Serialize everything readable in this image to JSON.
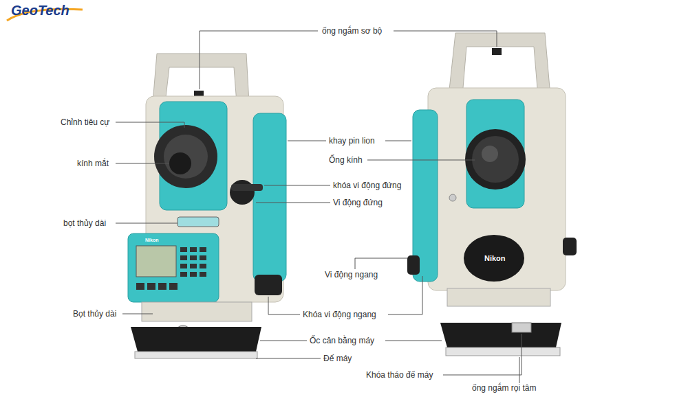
{
  "diagram": {
    "labels": [
      "GeoTech",
      "ống ngắm sơ bộ",
      "Chỉnh tiêu cự",
      "kính mắt",
      "bọt thủy dài",
      "Bọt thủy dài",
      "khay pin lion",
      "Ống kính",
      "khóa vi động đứng",
      "Vi động đứng",
      "Vi động ngang",
      "Khóa vi động ngang",
      "Ốc cân bằng máy",
      "Đế máy",
      "Khóa tháo đế máy",
      "ống ngắm rọi tâm",
      "Nikon",
      "Nikon"
    ]
  }
}
